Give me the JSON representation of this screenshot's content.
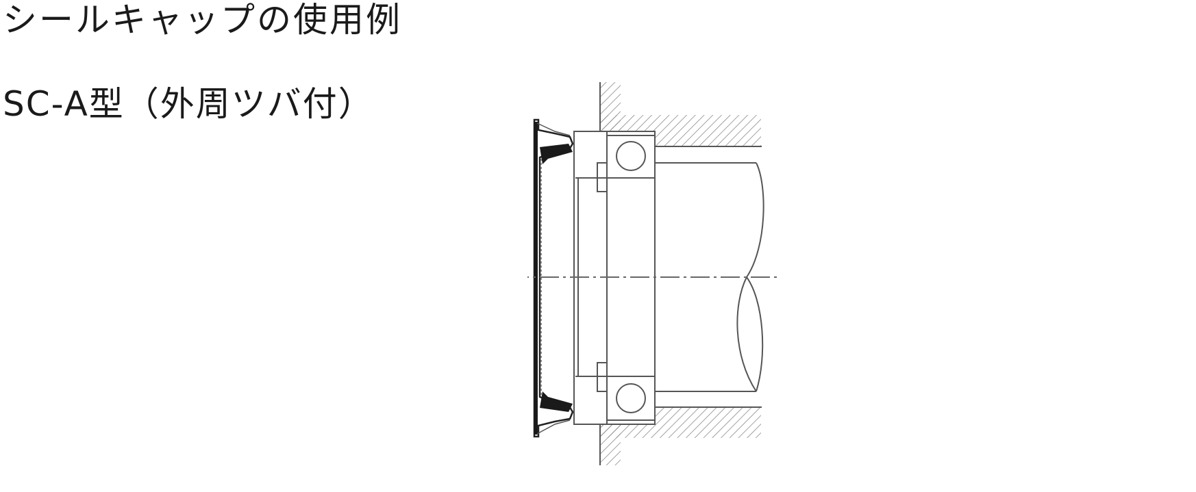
{
  "page": {
    "title": "シールキャップの使用例",
    "section_title": "SC-A型（外周ツバ付）"
  },
  "figure": {
    "subject": "seal-cap-installation-cross-section",
    "icon": "seal-cap-diagram-icon",
    "colors": {
      "line": "#555555",
      "solid": "#1a1a1a",
      "hatch": "#7a7a7a",
      "background": "#ffffff"
    }
  }
}
